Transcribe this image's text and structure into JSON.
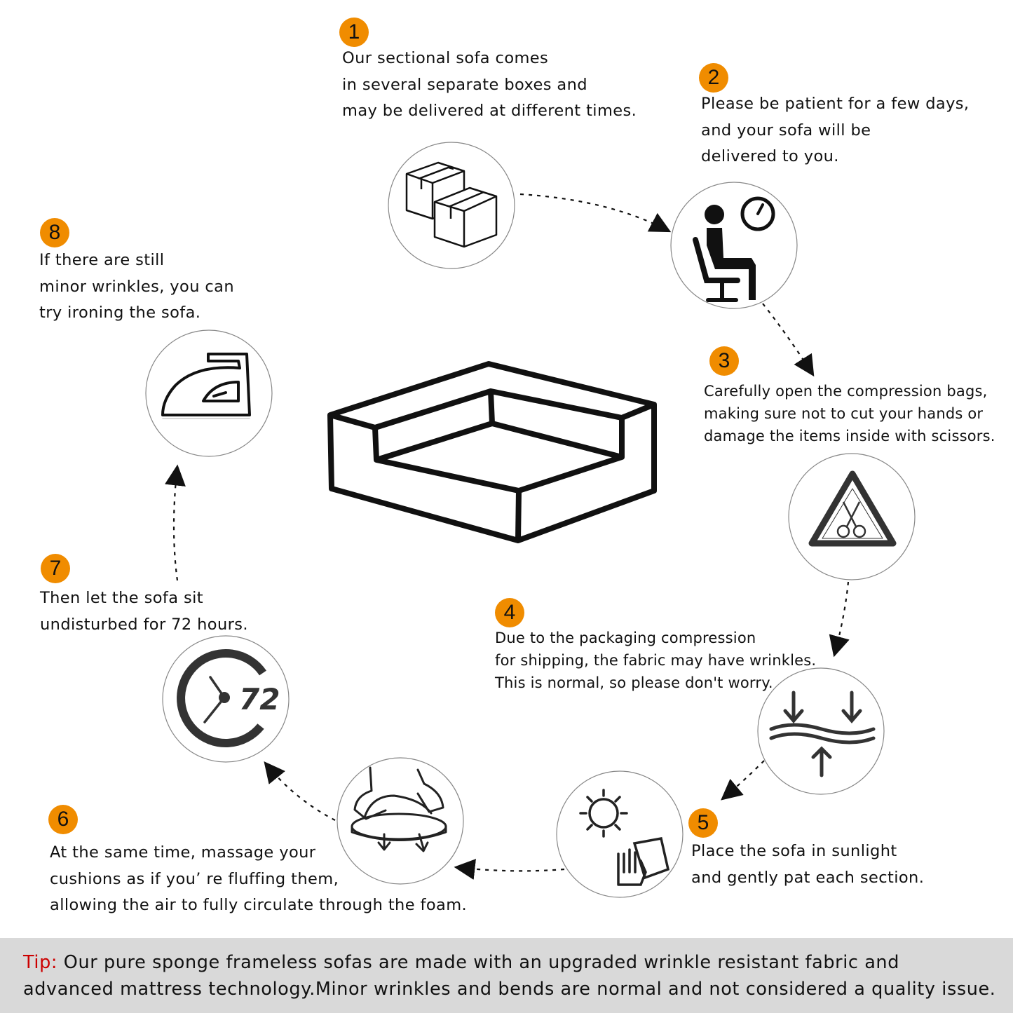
{
  "steps": [
    {
      "number": "1",
      "icon": "boxes-icon",
      "lines": [
        "Our sectional sofa comes",
        "in several separate boxes and",
        "may be delivered at different times."
      ]
    },
    {
      "number": "2",
      "icon": "waiting-person-clock-icon",
      "lines": [
        "Please be patient for a few days,",
        "and your sofa will be",
        "delivered to you."
      ]
    },
    {
      "number": "3",
      "icon": "scissors-warning-icon",
      "lines": [
        "Carefully open the compression bags,",
        "making sure not to cut your hands or",
        "damage the items inside with scissors."
      ]
    },
    {
      "number": "4",
      "icon": "compression-icon",
      "lines": [
        "Due to the packaging compression",
        "for shipping, the fabric may have wrinkles.",
        "This is normal, so please don't worry."
      ]
    },
    {
      "number": "5",
      "icon": "sun-and-hands-icon",
      "lines": [
        "Place the sofa in sunlight",
        "and gently pat each section."
      ]
    },
    {
      "number": "6",
      "icon": "cushion-massage-icon",
      "lines": [
        "At the same time, massage your",
        "cushions as if you’ re fluffing them,",
        "allowing the air to fully circulate through the foam."
      ]
    },
    {
      "number": "7",
      "icon": "clock-72-icon",
      "icon_text": "72",
      "lines": [
        "Then let the sofa sit",
        "undisturbed for 72 hours."
      ]
    },
    {
      "number": "8",
      "icon": "iron-icon",
      "lines": [
        "If there are still",
        "minor wrinkles, you can",
        "try ironing the sofa."
      ]
    }
  ],
  "center_icon": "sectional-sofa-icon",
  "tip": {
    "label": "Tip:",
    "lines": [
      "Our pure sponge frameless sofas are made with an upgraded wrinkle resistant fabric and",
      "advanced mattress technology.Minor wrinkles and bends are normal and not considered a quality issue."
    ]
  },
  "colors": {
    "badge": "#f08c00",
    "tip_label": "#cc0000",
    "tip_background": "#d9d9d9",
    "icon": "#111111"
  }
}
